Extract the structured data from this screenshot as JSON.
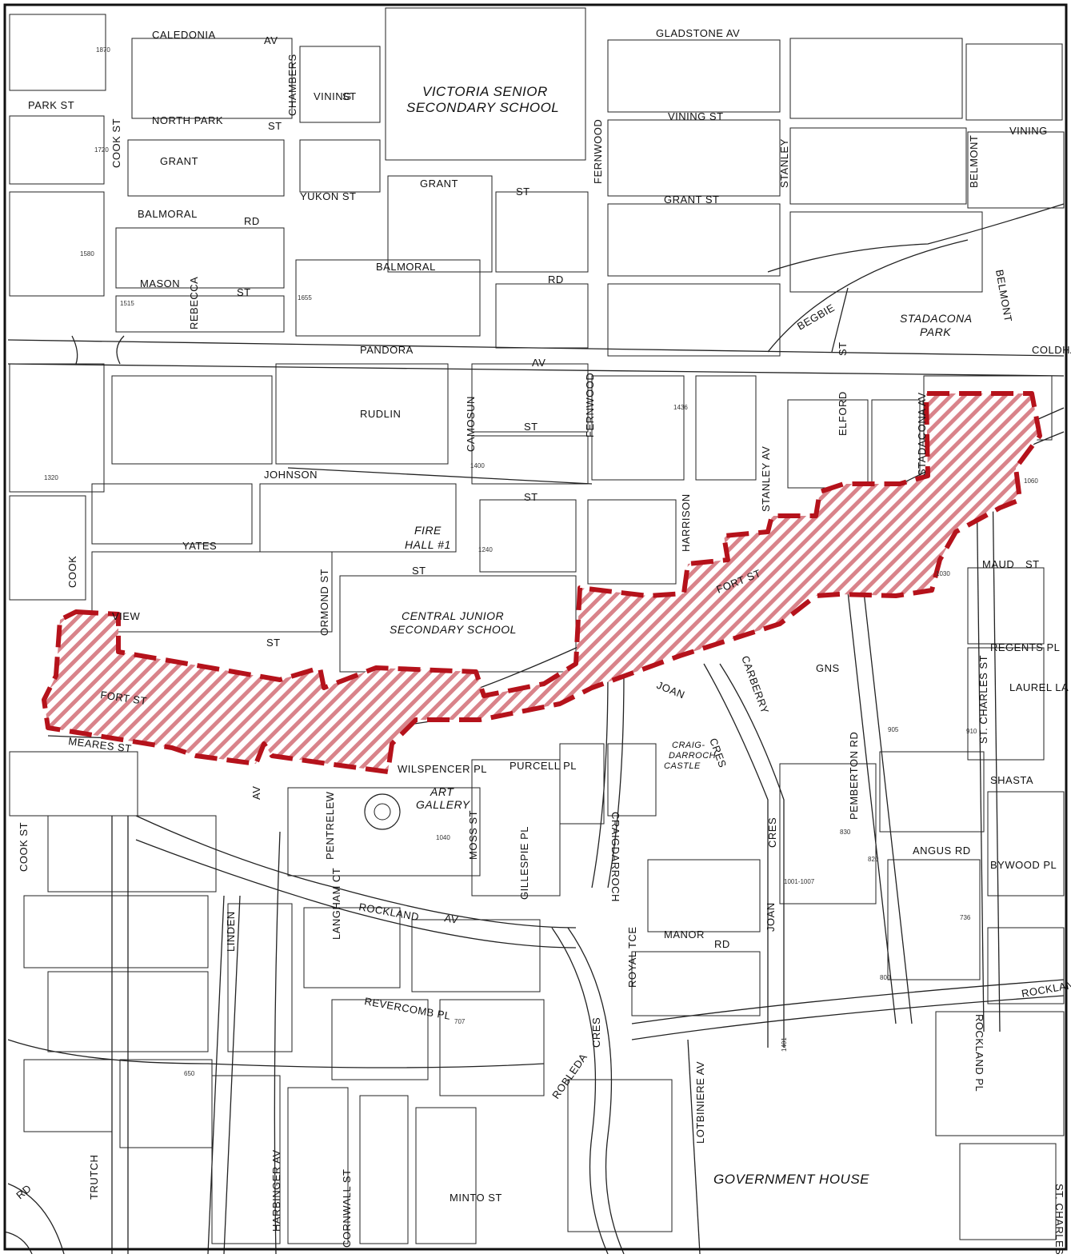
{
  "colors": {
    "study_area_stroke": "#b5121b",
    "study_area_hatch": "#d9838a",
    "lines": "#222222",
    "background": "#ffffff"
  },
  "streets": [
    {
      "id": "caledonia-av",
      "parts": [
        "CALEDONIA",
        "AV"
      ]
    },
    {
      "id": "gladstone-av",
      "text": "GLADSTONE AV"
    },
    {
      "id": "park-st",
      "text": "PARK ST"
    },
    {
      "id": "north-park-st",
      "parts": [
        "NORTH PARK",
        "ST"
      ]
    },
    {
      "id": "cook-st-north",
      "text": "COOK ST"
    },
    {
      "id": "vining-st-west",
      "parts": [
        "VINING",
        "ST"
      ]
    },
    {
      "id": "vining-st-mid",
      "text": "VINING ST"
    },
    {
      "id": "vining-east",
      "text": "VINING"
    },
    {
      "id": "chambers-st",
      "text": "CHAMBERS"
    },
    {
      "id": "fernwood-rd-north",
      "text": "FERNWOOD"
    },
    {
      "id": "stanley-av-north",
      "text": "STANLEY"
    },
    {
      "id": "belmont-north",
      "text": "BELMONT"
    },
    {
      "id": "grant-st-west",
      "text": "GRANT"
    },
    {
      "id": "grant-st-mid",
      "parts": [
        "GRANT",
        "ST"
      ]
    },
    {
      "id": "grant-st-east",
      "text": "GRANT ST"
    },
    {
      "id": "yukon-st",
      "text": "YUKON ST"
    },
    {
      "id": "balmoral-rd-west",
      "parts": [
        "BALMORAL",
        "RD"
      ]
    },
    {
      "id": "balmoral-rd-mid",
      "parts": [
        "BALMORAL",
        "RD"
      ]
    },
    {
      "id": "mason-st",
      "parts": [
        "MASON",
        "ST"
      ]
    },
    {
      "id": "rebecca",
      "text": "REBECCA"
    },
    {
      "id": "begbie-st",
      "parts": [
        "BEGBIE",
        "ST"
      ]
    },
    {
      "id": "belmont-mid",
      "text": "BELMONT"
    },
    {
      "id": "pandora-av",
      "parts": [
        "PANDORA",
        "AV"
      ]
    },
    {
      "id": "coldharbour",
      "text": "COLDHA"
    },
    {
      "id": "rudlin-st",
      "parts": [
        "RUDLIN",
        "ST"
      ]
    },
    {
      "id": "camosun-st",
      "text": "CAMOSUN"
    },
    {
      "id": "fernwood-rd-mid",
      "text": "FERNWOOD"
    },
    {
      "id": "johnson-st",
      "parts": [
        "JOHNSON",
        "ST"
      ]
    },
    {
      "id": "harrison-st",
      "text": "HARRISON"
    },
    {
      "id": "stanley-av-mid",
      "text": "STANLEY AV"
    },
    {
      "id": "elford-st",
      "text": "ELFORD"
    },
    {
      "id": "stadacona-av",
      "text": "STADACONA AV"
    },
    {
      "id": "yates-st",
      "parts": [
        "YATES",
        "ST"
      ]
    },
    {
      "id": "cook-st-mid",
      "text": "COOK"
    },
    {
      "id": "ormond-st",
      "text": "ORMOND ST"
    },
    {
      "id": "view-st",
      "parts": [
        "VIEW",
        "ST"
      ]
    },
    {
      "id": "maud-st",
      "parts": [
        "MAUD",
        "ST"
      ]
    },
    {
      "id": "fort-st-east",
      "text": "FORT ST"
    },
    {
      "id": "fort-st-west",
      "text": "FORT ST"
    },
    {
      "id": "regents-pl",
      "text": "REGENTS PL"
    },
    {
      "id": "laurel-la",
      "text": "LAUREL LA"
    },
    {
      "id": "joan-cres-north",
      "parts": [
        "JOAN",
        "CRES"
      ]
    },
    {
      "id": "carberry-gns",
      "parts": [
        "CARBERRY",
        "GNS"
      ]
    },
    {
      "id": "meares-st",
      "text": "MEARES ST"
    },
    {
      "id": "wilspencer-pl",
      "text": "WILSPENCER PL"
    },
    {
      "id": "purcell-pl",
      "text": "PURCELL PL"
    },
    {
      "id": "craigdarroch-rd",
      "text": "CRAIGDARROCH"
    },
    {
      "id": "pemberton-rd",
      "text": "PEMBERTON RD"
    },
    {
      "id": "st-charles-st",
      "text": "ST. CHARLES ST"
    },
    {
      "id": "shasta-pl",
      "text": "SHASTA"
    },
    {
      "id": "linden-av",
      "parts": [
        "AV",
        "LINDEN"
      ]
    },
    {
      "id": "moss-st",
      "text": "MOSS ST"
    },
    {
      "id": "cook-st-south",
      "text": "COOK ST"
    },
    {
      "id": "pentrelew-pl",
      "text": "PENTRELEW"
    },
    {
      "id": "angus-rd",
      "text": "ANGUS RD"
    },
    {
      "id": "bywood-pl",
      "text": "BYWOOD PL"
    },
    {
      "id": "joan-cres-south",
      "parts": [
        "CRES",
        "JOAN"
      ]
    },
    {
      "id": "rockland-av",
      "parts": [
        "ROCKLAND",
        "AV"
      ]
    },
    {
      "id": "langham-ct",
      "text": "LANGHAM CT"
    },
    {
      "id": "gillespie-pl",
      "text": "GILLESPIE PL"
    },
    {
      "id": "manor-rd",
      "parts": [
        "MANOR",
        "RD"
      ]
    },
    {
      "id": "royal-tce",
      "text": "ROYAL TCE"
    },
    {
      "id": "revercomb-pl",
      "text": "REVERCOMB PL"
    },
    {
      "id": "rockland-pl",
      "text": "ROCKLAND PL"
    },
    {
      "id": "rockland-east",
      "text": "ROCKLAN"
    },
    {
      "id": "robleda-cres",
      "parts": [
        "ROBLEDA",
        "CRES"
      ]
    },
    {
      "id": "lotbiniere-av",
      "text": "LOTBINIERE AV"
    },
    {
      "id": "harbinger-av",
      "text": "HARBINGER AV"
    },
    {
      "id": "cornwall-st",
      "text": "CORNWALL ST"
    },
    {
      "id": "trutch-st",
      "text": "TRUTCH"
    },
    {
      "id": "minto-st",
      "text": "MINTO ST"
    },
    {
      "id": "st-charles-south",
      "text": "ST. CHARLES"
    },
    {
      "id": "rd-southwest",
      "text": "RD"
    }
  ],
  "landmarks": [
    {
      "id": "victoria-senior-secondary",
      "lines": [
        "VICTORIA SENIOR",
        "SECONDARY SCHOOL"
      ]
    },
    {
      "id": "stadacona-park",
      "lines": [
        "STADACONA",
        "PARK"
      ]
    },
    {
      "id": "fire-hall-1",
      "lines": [
        "FIRE",
        "HALL #1"
      ]
    },
    {
      "id": "central-junior-secondary",
      "lines": [
        "CENTRAL JUNIOR",
        "SECONDARY SCHOOL"
      ]
    },
    {
      "id": "art-gallery",
      "lines": [
        "ART",
        "GALLERY"
      ]
    },
    {
      "id": "craigdarroch-castle",
      "lines": [
        "CRAIG-",
        "DARROCH",
        "CASTLE"
      ]
    },
    {
      "id": "government-house",
      "lines": [
        "GOVERNMENT HOUSE"
      ]
    }
  ],
  "lot_numbers": [
    "1870",
    "1720",
    "1580",
    "1515",
    "1655",
    "1436",
    "1400",
    "1320",
    "1240",
    "1001-1007",
    "1401",
    "1030",
    "1060",
    "905",
    "910",
    "830",
    "820",
    "800",
    "736",
    "707",
    "650",
    "1040"
  ]
}
